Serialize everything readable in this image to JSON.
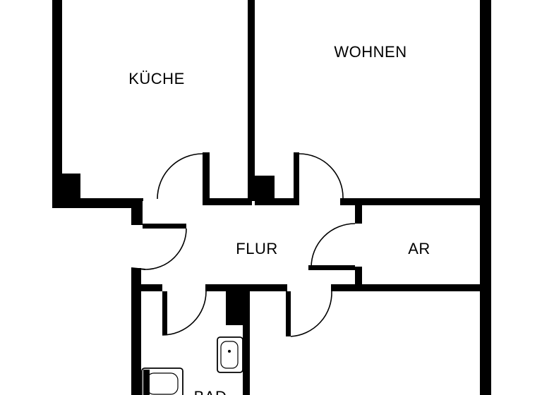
{
  "plan": {
    "rooms": {
      "kueche": "KÜCHE",
      "wohnen": "WOHNEN",
      "flur": "FLUR",
      "ar": "AR",
      "bad": "BAD"
    },
    "colors": {
      "wall": "#000000",
      "background": "#ffffff"
    }
  }
}
